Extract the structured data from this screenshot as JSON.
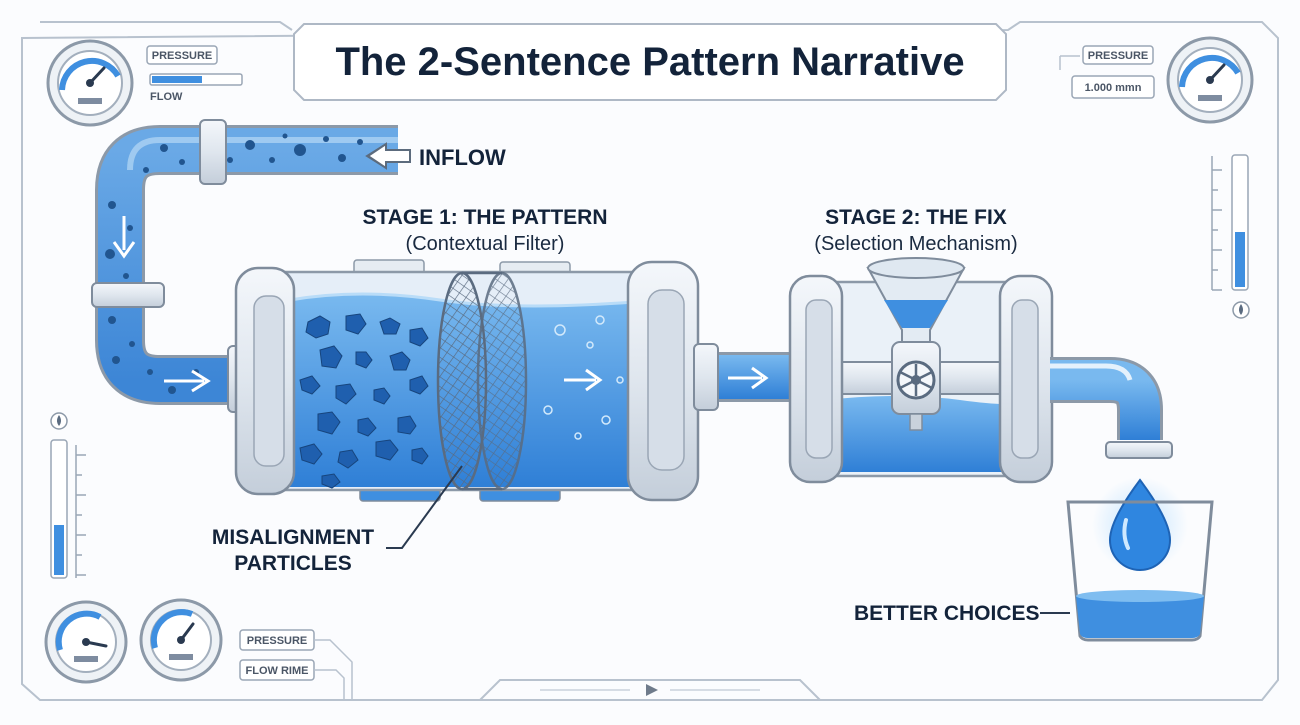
{
  "title": "The 2-Sentence Pattern Narrative",
  "labels": {
    "inflow": "INFLOW",
    "stage1_title": "STAGE 1: THE PATTERN",
    "stage1_sub": "(Contextual Filter)",
    "stage2_title": "STAGE 2: THE FIX",
    "stage2_sub": "(Selection Mechanism)",
    "particles_line1": "MISALIGNMENT",
    "particles_line2": "PARTICLES",
    "better_choices": "BETTER CHOICES"
  },
  "panels": {
    "top_left_pressure": "PRESSURE",
    "top_left_flow": "FLOW",
    "top_right_pressure": "PRESSURE",
    "top_right_reading": "1.000 mmn",
    "bottom_pressure": "PRESSURE",
    "bottom_flow": "FLOW RIME"
  },
  "colors": {
    "ink": "#13233a",
    "outline": "#8c99a8",
    "water": "#3f8fe0",
    "water_light": "#8cc4f2",
    "glass": "#dbe9f6",
    "particle": "#1f5fae"
  }
}
